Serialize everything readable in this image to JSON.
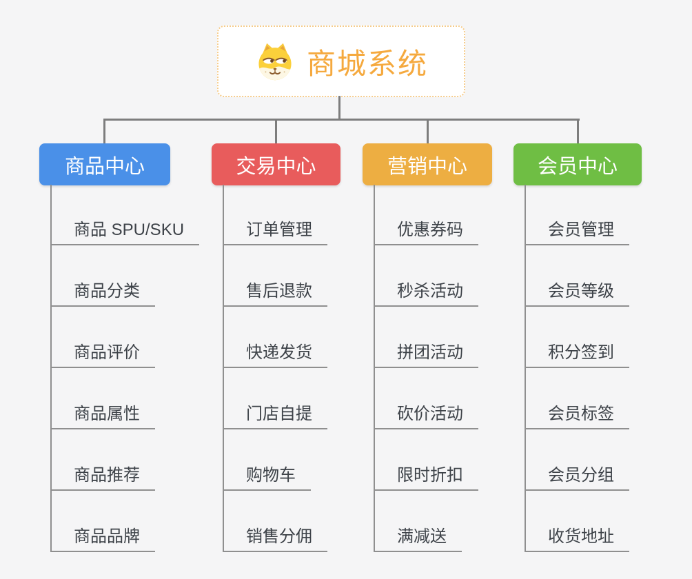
{
  "root": {
    "title": "商城系统",
    "icon": "dog-face-icon",
    "text_color": "#f5a93e",
    "border_color": "#f6cc8b",
    "background": "#ffffff"
  },
  "palette": {
    "page_background": "#f5f5f6",
    "connector_color": "#7d7d7d",
    "child_line_color": "#8f8f8f",
    "child_text_color": "#3d4248"
  },
  "branches": [
    {
      "label": "商品中心",
      "color": "#4a90e8",
      "children": [
        "商品 SPU/SKU",
        "商品分类",
        "商品评价",
        "商品属性",
        "商品推荐",
        "商品品牌"
      ]
    },
    {
      "label": "交易中心",
      "color": "#e85c5c",
      "children": [
        "订单管理",
        "售后退款",
        "快递发货",
        "门店自提",
        "购物车",
        "销售分佣"
      ]
    },
    {
      "label": "营销中心",
      "color": "#edae42",
      "children": [
        "优惠券码",
        "秒杀活动",
        "拼团活动",
        "砍价活动",
        "限时折扣",
        "满减送"
      ]
    },
    {
      "label": "会员中心",
      "color": "#6fbe44",
      "children": [
        "会员管理",
        "会员等级",
        "积分签到",
        "会员标签",
        "会员分组",
        "收货地址"
      ]
    }
  ]
}
